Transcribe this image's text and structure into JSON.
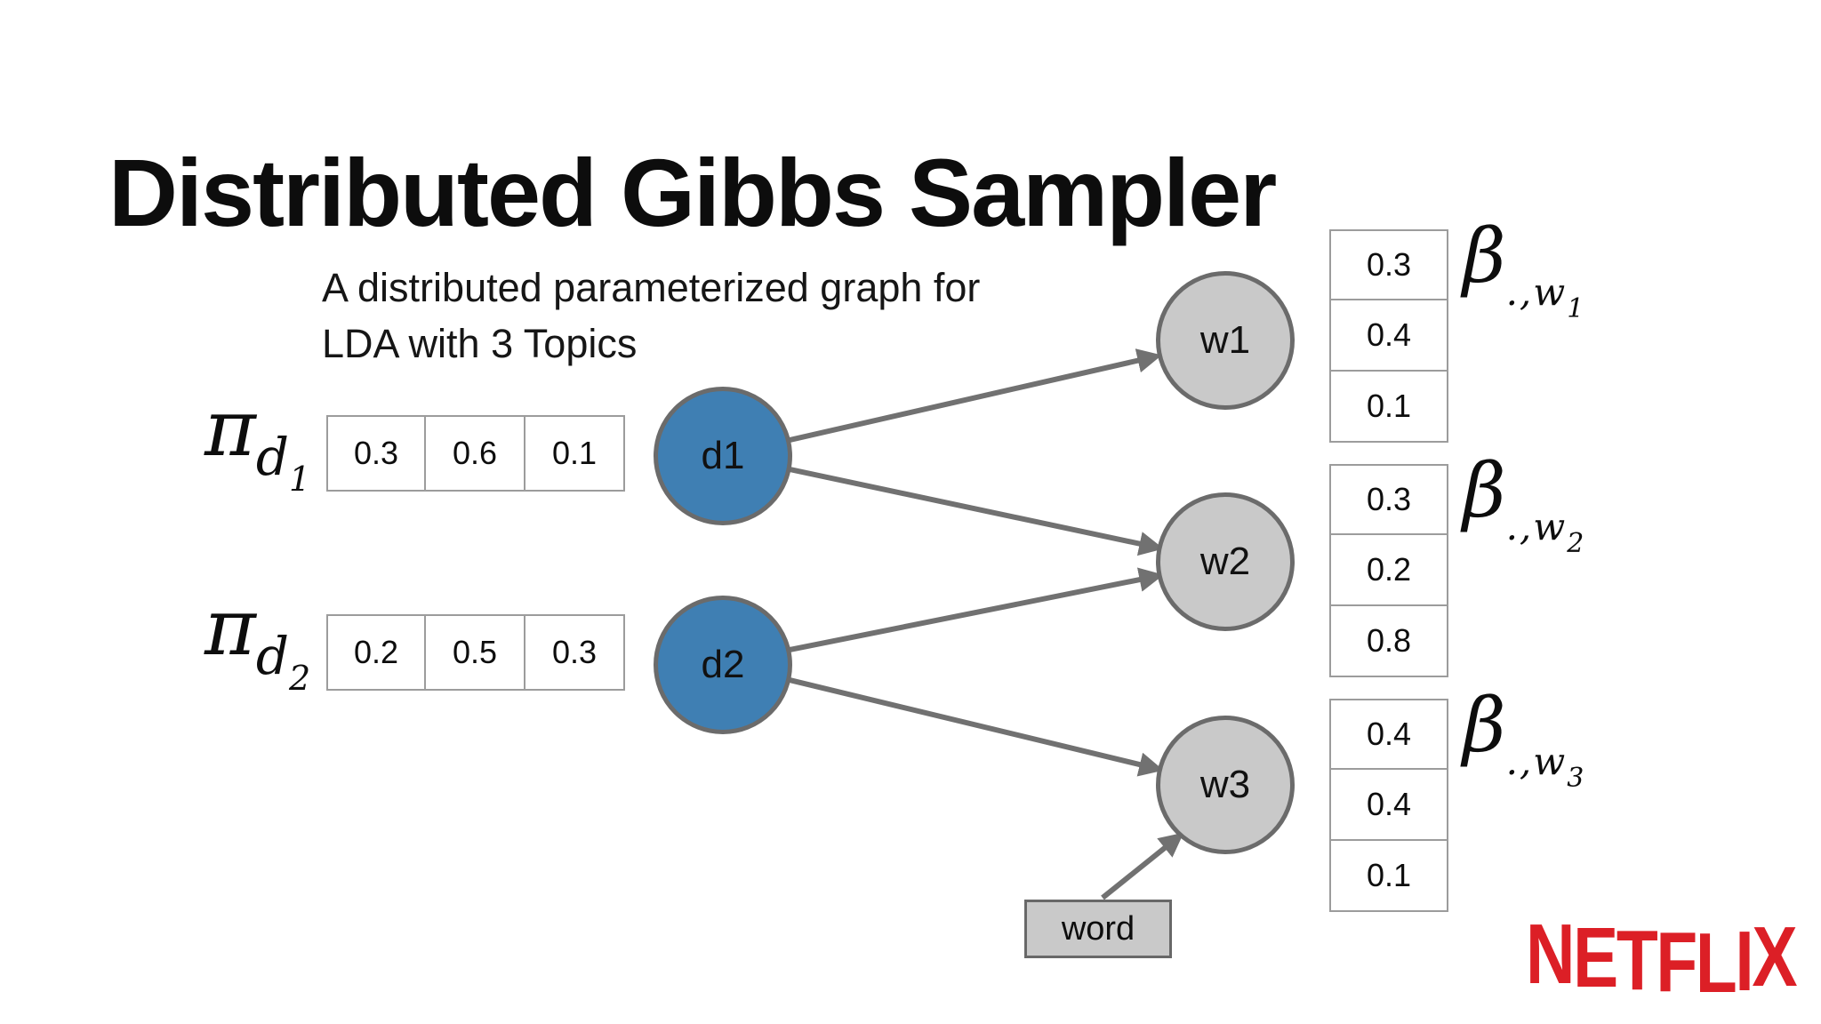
{
  "slide": {
    "title": "Distributed Gibbs Sampler",
    "subtitle_line1": "A distributed parameterized graph for",
    "subtitle_line2": "LDA with 3 Topics"
  },
  "colors": {
    "doc_node_fill": "#3f7fb3",
    "word_node_fill": "#c9c9c9",
    "node_border": "#6b6b6b",
    "edge": "#717171",
    "table_border": "#9c9c9c",
    "netflix_red": "#dc1f26"
  },
  "pi_rows": [
    {
      "symbol": "π",
      "sub": "d",
      "subsub": "1",
      "values": [
        "0.3",
        "0.6",
        "0.1"
      ]
    },
    {
      "symbol": "π",
      "sub": "d",
      "subsub": "2",
      "values": [
        "0.2",
        "0.5",
        "0.3"
      ]
    }
  ],
  "doc_nodes": [
    {
      "label": "d1"
    },
    {
      "label": "d2"
    }
  ],
  "word_nodes": [
    {
      "label": "w1"
    },
    {
      "label": "w2"
    },
    {
      "label": "w3"
    }
  ],
  "beta_tables": [
    {
      "symbol": "β",
      "sub": ".,w",
      "subsub": "1",
      "values": [
        "0.3",
        "0.4",
        "0.1"
      ]
    },
    {
      "symbol": "β",
      "sub": ".,w",
      "subsub": "2",
      "values": [
        "0.3",
        "0.2",
        "0.8"
      ]
    },
    {
      "symbol": "β",
      "sub": ".,w",
      "subsub": "3",
      "values": [
        "0.4",
        "0.4",
        "0.1"
      ]
    }
  ],
  "word_box": {
    "label": "word"
  },
  "footer": {
    "brand": "NETFLIX",
    "letters": [
      "N",
      "E",
      "T",
      "F",
      "L",
      "I",
      "X"
    ]
  }
}
